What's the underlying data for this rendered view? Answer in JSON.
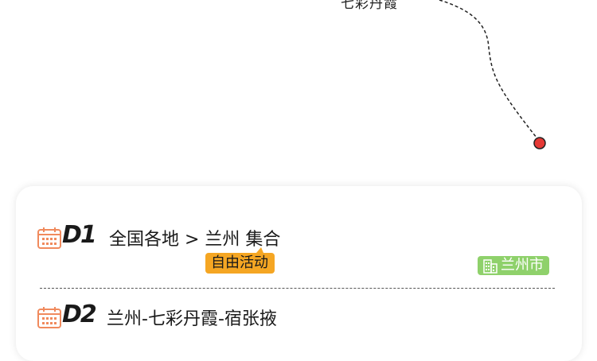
{
  "map": {
    "destination_label": "七彩丹霞",
    "route_color": "#222222",
    "marker_color": "#e53935"
  },
  "itinerary": {
    "days": [
      {
        "code": "D1",
        "title": "全国各地 > 兰州 集合",
        "activity_tag": "自由活动",
        "city_badge": "兰州市",
        "icon": "calendar-icon"
      },
      {
        "code": "D2",
        "title": "兰州-七彩丹霞-宿张掖",
        "icon": "calendar-icon"
      }
    ]
  },
  "colors": {
    "calendar_icon": "#f08a5d",
    "activity_tag_bg": "#f5a623",
    "city_badge_bg": "#8fd16b"
  }
}
